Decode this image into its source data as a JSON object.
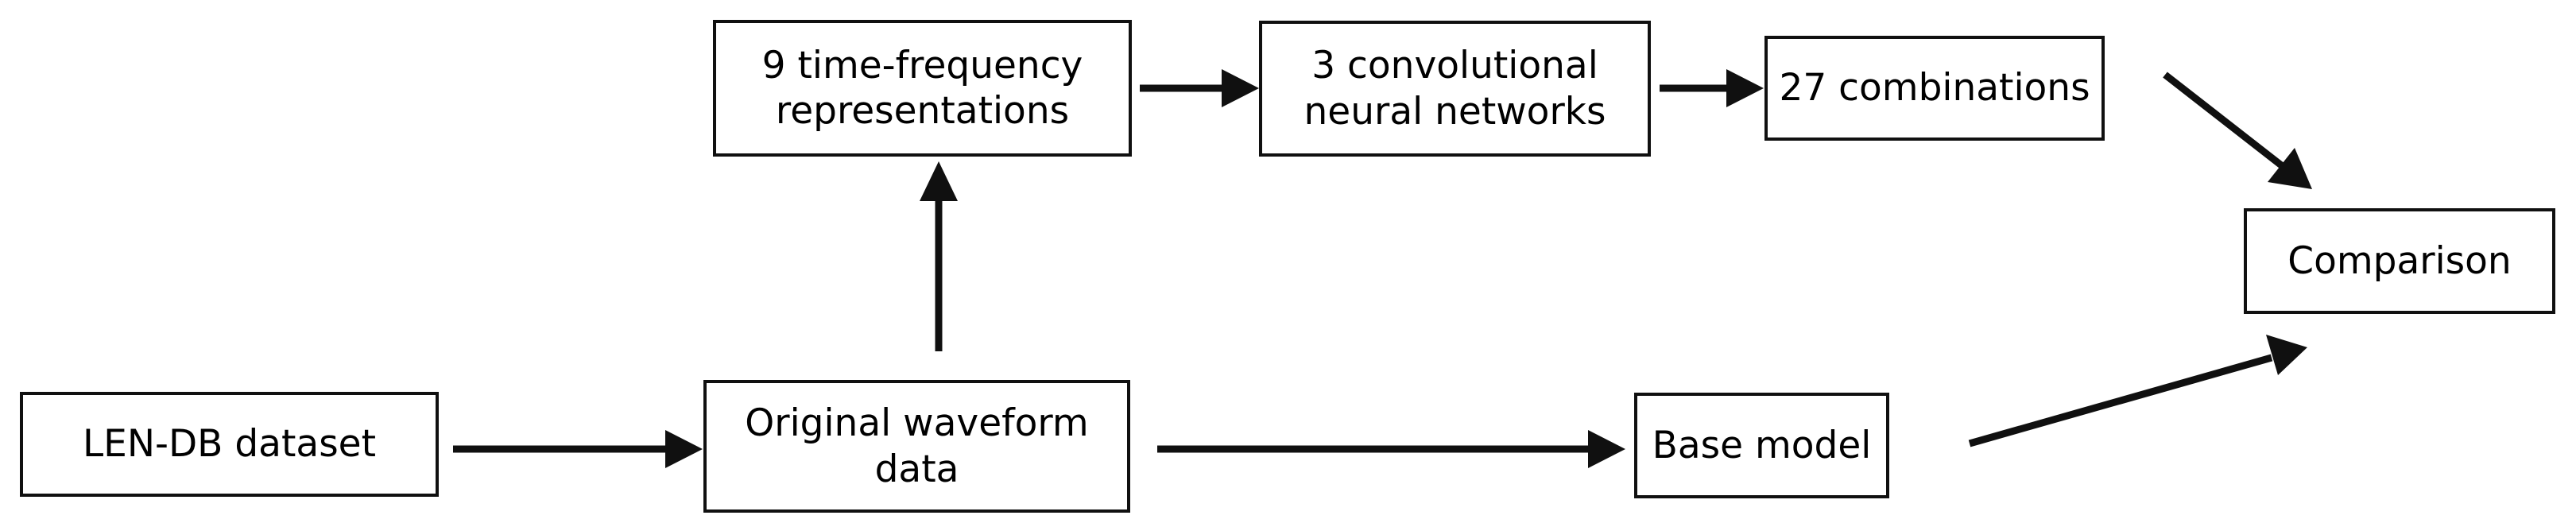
{
  "diagram": {
    "title": "Study workflow flowchart",
    "background_color": "#ffffff",
    "stroke_color": "#101010",
    "nodes": [
      {
        "id": "tfr",
        "label": "9 time-frequency\nrepresentations"
      },
      {
        "id": "cnn",
        "label": "3 convolutional\nneural networks"
      },
      {
        "id": "combos",
        "label": "27 combinations"
      },
      {
        "id": "comparison",
        "label": "Comparison"
      },
      {
        "id": "dataset",
        "label": "LEN-DB dataset"
      },
      {
        "id": "waveform",
        "label": "Original waveform\ndata"
      },
      {
        "id": "basemodel",
        "label": "Base model"
      }
    ],
    "edges": [
      {
        "from": "tfr",
        "to": "cnn",
        "kind": "horizontal-right"
      },
      {
        "from": "cnn",
        "to": "combos",
        "kind": "horizontal-right"
      },
      {
        "from": "combos",
        "to": "comparison",
        "kind": "diagonal-down-right"
      },
      {
        "from": "waveform",
        "to": "tfr",
        "kind": "vertical-up"
      },
      {
        "from": "dataset",
        "to": "waveform",
        "kind": "horizontal-right"
      },
      {
        "from": "waveform",
        "to": "basemodel",
        "kind": "horizontal-right"
      },
      {
        "from": "basemodel",
        "to": "comparison",
        "kind": "diagonal-up-right"
      }
    ]
  }
}
